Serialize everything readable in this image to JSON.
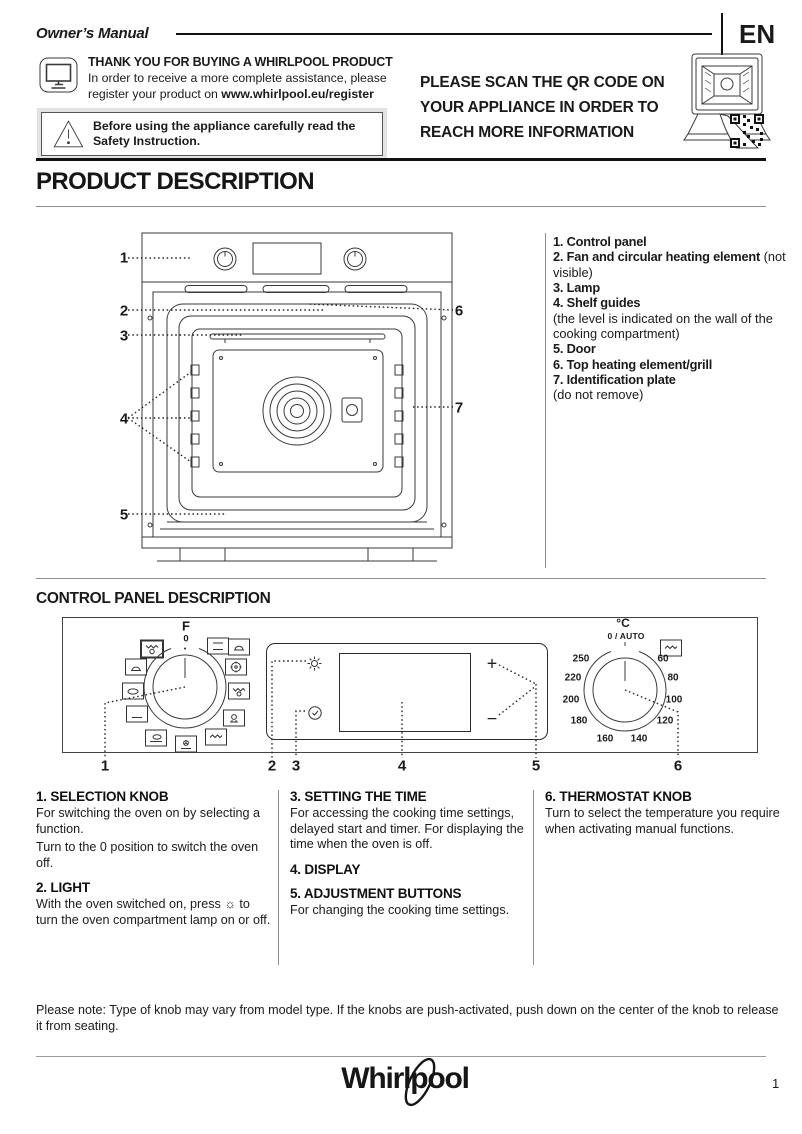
{
  "header": {
    "doc_title": "Owner’s Manual",
    "language": "EN"
  },
  "intro": {
    "thanks_title": "THANK YOU FOR BUYING A  WHIRLPOOL PRODUCT",
    "thanks_line1": "In order to receive a more complete assistance, please",
    "thanks_line2": "register your product on ",
    "thanks_url": "www.whirlpool.eu/register",
    "warning_text": "Before using the appliance carefully read the Safety Instruction.",
    "scan_lines": [
      "PLEASE SCAN THE QR CODE ON",
      "YOUR APPLIANCE IN ORDER TO",
      "REACH MORE INFORMATION"
    ]
  },
  "product_description": {
    "title": "PRODUCT DESCRIPTION",
    "callouts": [
      "1",
      "2",
      "3",
      "4",
      "5",
      "6",
      "7"
    ],
    "items": [
      {
        "num": "1.",
        "name": "Control panel",
        "note": ""
      },
      {
        "num": "2.",
        "name": "Fan and circular heating element",
        "note": "(not visible)"
      },
      {
        "num": "3.",
        "name": "Lamp",
        "note": ""
      },
      {
        "num": "4.",
        "name": "Shelf guides",
        "note": "(the level is indicated on the wall of the cooking compartment)"
      },
      {
        "num": "5.",
        "name": "Door",
        "note": ""
      },
      {
        "num": "6.",
        "name": "Top heating element/grill",
        "note": ""
      },
      {
        "num": "7.",
        "name": "Identification plate",
        "note": "(do not remove)"
      }
    ]
  },
  "control_panel": {
    "title": "CONTROL PANEL DESCRIPTION",
    "callouts": [
      "1",
      "2",
      "3",
      "4",
      "5",
      "6"
    ],
    "selector": {
      "f_label": "F",
      "zero_label": "0",
      "icons": [
        "defrost-grill-fan-icon",
        "cake-auto-icon",
        "pizza-auto-icon",
        "bottom-heat-icon",
        "xl-roast-icon",
        "fan-bottom-heat-icon",
        "grill-icon",
        "eco-forced-air-icon",
        "turbo-grill-icon",
        "fan-icon",
        "conventional-icon",
        "keep-warm-icon"
      ]
    },
    "display": {
      "plus": "+",
      "minus": "−",
      "icons": [
        "light-icon",
        "clock-icon"
      ]
    },
    "thermostat": {
      "unit": "°C",
      "auto_label": "0 / AUTO",
      "grill_icon": "grill-icon",
      "temps": [
        "250",
        "220",
        "200",
        "180",
        "160",
        "140",
        "120",
        "100",
        "80",
        "60"
      ]
    }
  },
  "legend": {
    "columns": [
      {
        "blocks": [
          {
            "heading": "1. SELECTION KNOB",
            "paras": [
              "For switching the oven on by selecting a function.",
              "Turn to the 0 position to switch the oven off."
            ]
          },
          {
            "heading": "2. LIGHT",
            "paras": [
              "With the oven switched on, press ☼ to turn the oven compartment lamp on or off."
            ]
          }
        ]
      },
      {
        "blocks": [
          {
            "heading": "3. SETTING THE TIME",
            "paras": [
              "For accessing the cooking time settings, delayed start and timer. For displaying the time when the oven is off."
            ]
          },
          {
            "heading": "4. DISPLAY",
            "paras": []
          },
          {
            "heading": "5. ADJUSTMENT BUTTONS",
            "paras": [
              "For changing the cooking time settings."
            ]
          }
        ]
      },
      {
        "blocks": [
          {
            "heading": "6. THERMOSTAT KNOB",
            "paras": [
              "Turn to select the temperature you require when activating manual functions."
            ]
          }
        ]
      }
    ]
  },
  "note": "Please note: Type of knob may vary from model type. If the knobs are push-activated, push down on the center of the knob to release it from seating.",
  "footer": {
    "brand": "Whirlpool",
    "page_number": "1"
  }
}
